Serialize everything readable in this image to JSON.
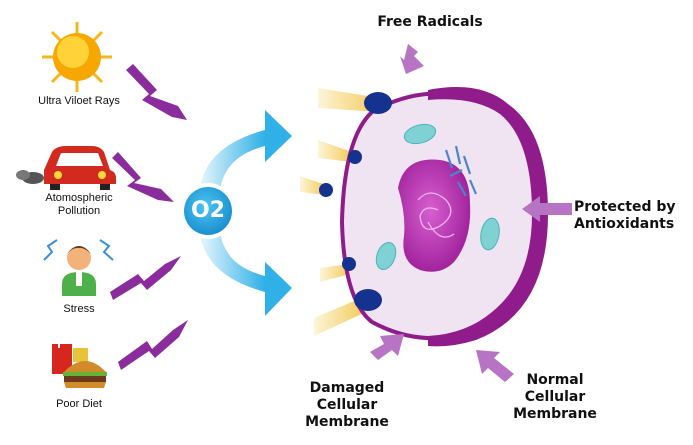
{
  "sources": [
    {
      "label": "Ultra Viloet Rays",
      "icon": "sun-icon"
    },
    {
      "label": "Atomospheric Pollution",
      "icon": "car-exhaust-icon"
    },
    {
      "label": "Stress",
      "icon": "stressed-person-icon"
    },
    {
      "label": "Poor Diet",
      "icon": "fast-food-icon"
    }
  ],
  "center": {
    "molecule": "O2"
  },
  "labels": {
    "free_radicals": "Free Radicals",
    "protected": "Protected by Antioxidants",
    "damaged": "Damaged Cellular Membrane",
    "normal": "Normal Cellular Membrane"
  },
  "colors": {
    "purple_arrow": "#8b2c9c",
    "blue_arrow": "#3db4e6",
    "free_radical": "#16328f",
    "membrane": "#8f1c8a",
    "nucleus": "#b02ca8",
    "cytoplasm": "#f1e4f2",
    "organelle": "#7fd1d3"
  }
}
